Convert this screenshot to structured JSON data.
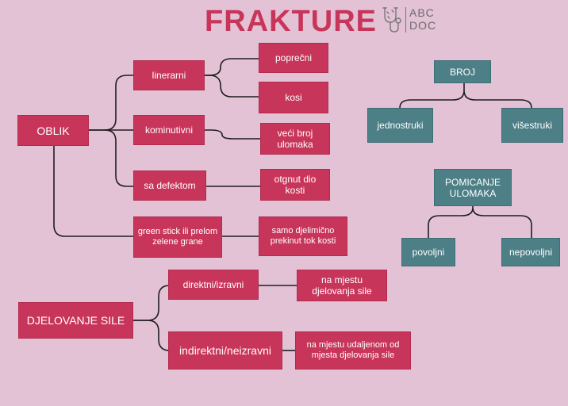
{
  "title": "FRAKTURE",
  "logo": {
    "line1": "ABC",
    "line2": "DOC",
    "icon": "stethoscope-icon"
  },
  "colors": {
    "accent": "#c8355a",
    "secondary": "#4d7f87",
    "background": "#e3c2d6"
  },
  "nodes": {
    "oblik": "OBLIK",
    "linearni": "linerarni",
    "poprecni": "poprečni",
    "kosi": "kosi",
    "kominutivni": "kominutivni",
    "veci_broj": "veći broj ulomaka",
    "sa_defektom": "sa defektom",
    "otgnut": "otgnut dio kosti",
    "green_stick": "green stick ili prelom zelene grane",
    "samo_djelimicno": "samo djelimično prekinut tok kosti",
    "djelovanje_sile": "DJELOVANJE SILE",
    "direktni": "direktni/izravni",
    "na_mjestu": "na mjestu djelovanja sile",
    "indirektni": "indirektni/neizravni",
    "na_mjestu_udaljenom": "na mjestu udaljenom od mjesta djelovanja sile",
    "broj": "BROJ",
    "jednostruki": "jednostruki",
    "visestruki": "višestruki",
    "pomicanje": "POMICANJE ULOMAKA",
    "povoljni": "povoljni",
    "nepovoljni": "nepovoljni"
  }
}
